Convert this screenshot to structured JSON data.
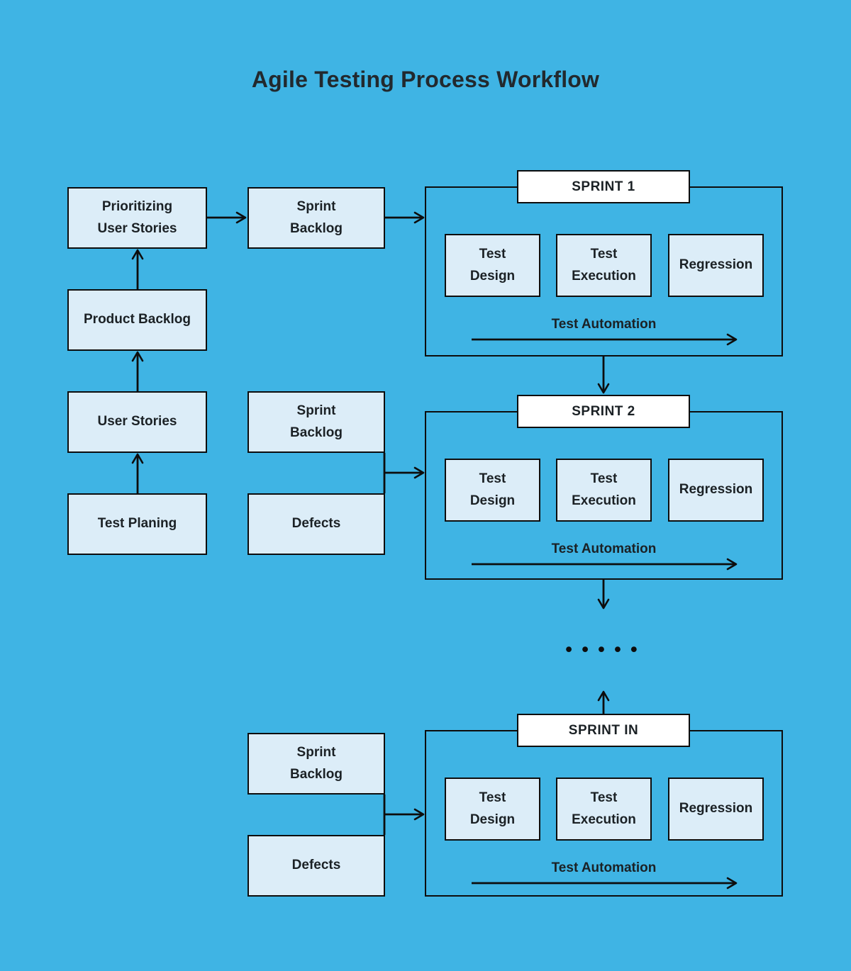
{
  "title": "Agile Testing Process Workflow",
  "colors": {
    "background": "#3FB4E4",
    "node_fill": "#DCEDF8",
    "node_border": "#0D0D0D",
    "sprint_label_fill": "#FFFFFF",
    "line": "#0D0D0D",
    "text": "#1B2125",
    "title_color": "#22292E"
  },
  "planning_chain": [
    {
      "label": "Prioritizing\nUser Stories"
    },
    {
      "label": "Product Backlog"
    },
    {
      "label": "User Stories"
    },
    {
      "label": "Test Planing"
    }
  ],
  "backlog_column": {
    "sprint_backlog_top": "Sprint\nBacklog",
    "sprint_backlog_mid": "Sprint\nBacklog",
    "defects_mid": "Defects",
    "sprint_backlog_bottom": "Sprint\nBacklog",
    "defects_bottom": "Defects"
  },
  "sprints": [
    {
      "label": "SPRINT 1",
      "boxes": [
        "Test\nDesign",
        "Test\nExecution",
        "Regression"
      ],
      "automation_label": "Test Automation"
    },
    {
      "label": "SPRINT 2",
      "boxes": [
        "Test\nDesign",
        "Test\nExecution",
        "Regression"
      ],
      "automation_label": "Test Automation"
    },
    {
      "label": "SPRINT IN",
      "boxes": [
        "Test\nDesign",
        "Test\nExecution",
        "Regression"
      ],
      "automation_label": "Test Automation"
    }
  ],
  "ellipsis": "•••••"
}
